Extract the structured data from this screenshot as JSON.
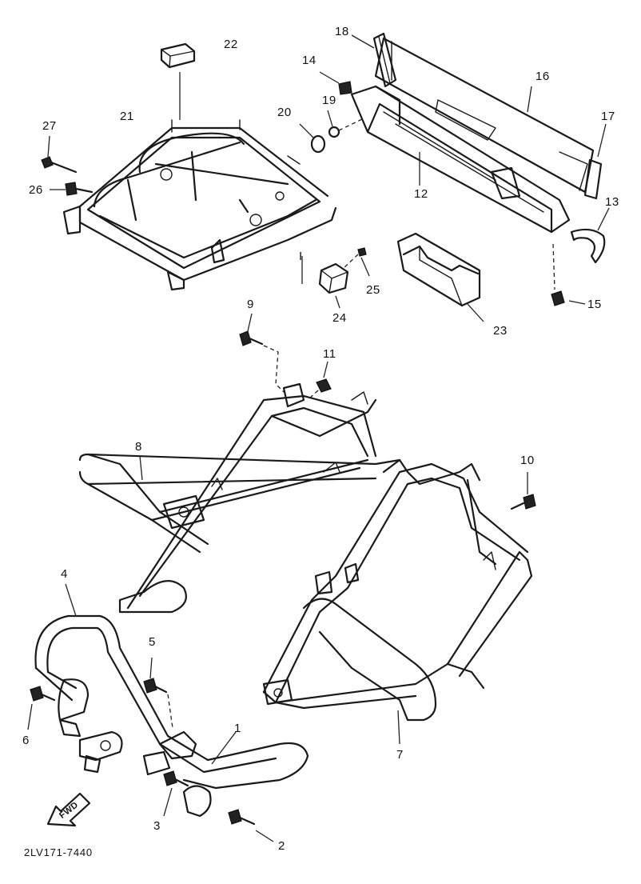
{
  "diagram": {
    "code": "2LV171-7440",
    "fwd_label": "FWD",
    "callouts": [
      "1",
      "2",
      "3",
      "4",
      "5",
      "6",
      "7",
      "8",
      "9",
      "10",
      "11",
      "12",
      "13",
      "14",
      "15",
      "16",
      "17",
      "18",
      "19",
      "20",
      "21",
      "22",
      "23",
      "24",
      "25",
      "26",
      "27"
    ]
  }
}
